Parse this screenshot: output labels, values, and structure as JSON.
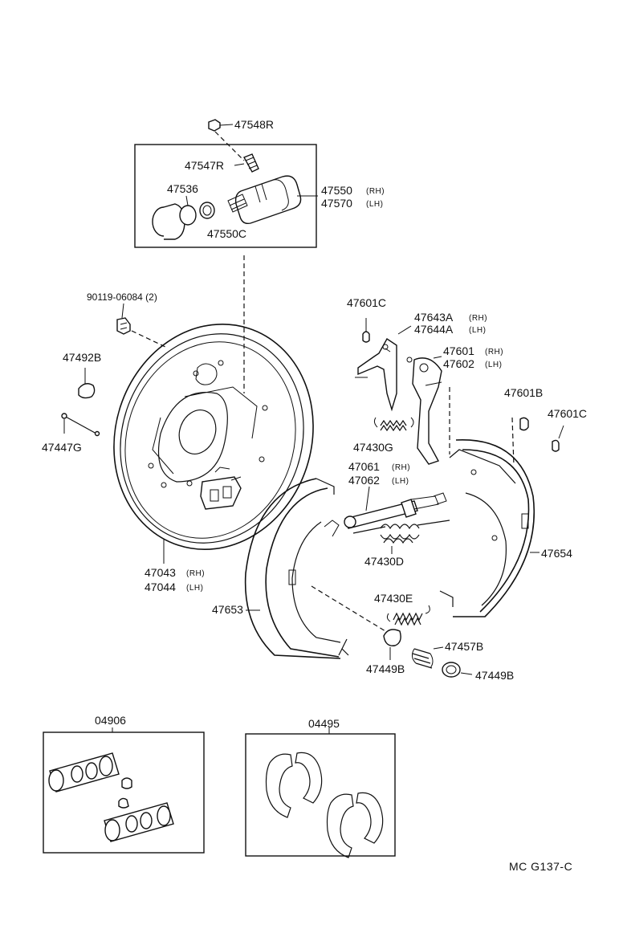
{
  "labels": {
    "p47548R": "47548R",
    "p47547R": "47547R",
    "p47536": "47536",
    "p47550": "47550",
    "p47570": "47570",
    "p47550C": "47550C",
    "p90119": "90119-06084 (2)",
    "p47492B": "47492B",
    "p47447G": "47447G",
    "p47043": "47043",
    "p47044": "47044",
    "p47601C_top": "47601C",
    "p47643A": "47643A",
    "p47644A": "47644A",
    "p47601": "47601",
    "p47602": "47602",
    "p47601B": "47601B",
    "p47601C_right": "47601C",
    "p47430G": "47430G",
    "p47061": "47061",
    "p47062": "47062",
    "p47430D": "47430D",
    "p47654": "47654",
    "p47653": "47653",
    "p47430E": "47430E",
    "p47457B": "47457B",
    "p47449B_left": "47449B",
    "p47449B_right": "47449B",
    "p04906": "04906",
    "p04495": "04495",
    "code": "MC G137-C"
  },
  "suffix": {
    "rh": "(RH)",
    "lh": "(LH)"
  }
}
